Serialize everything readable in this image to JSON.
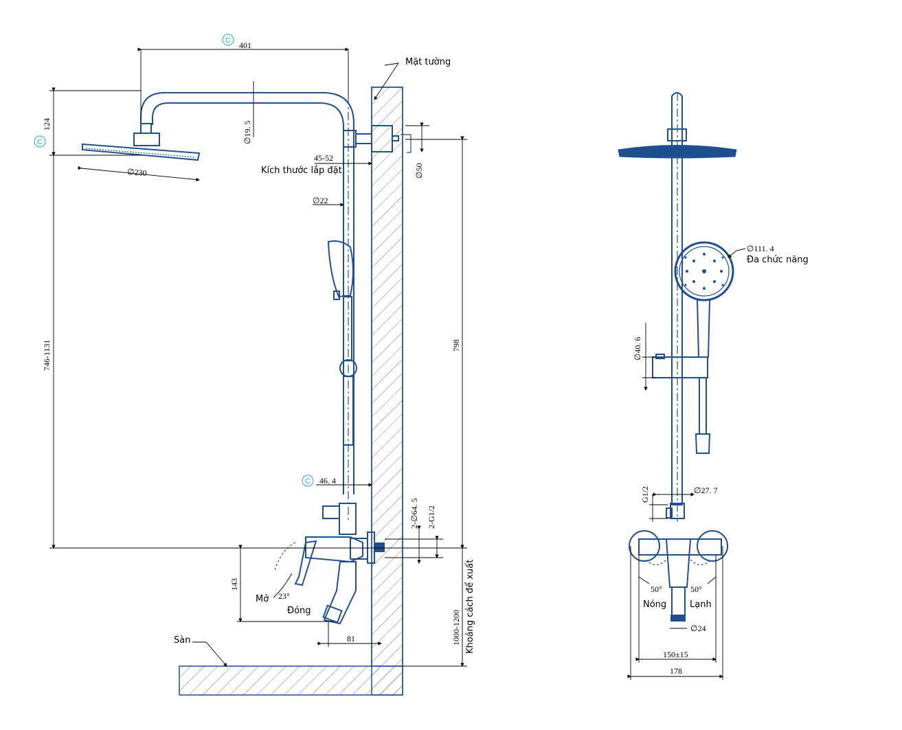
{
  "labels": {
    "wall": "Mặt tường",
    "floor": "Sàn",
    "install_size": "Kích thước lắp đặt",
    "open": "Mở",
    "close": "Đóng",
    "multifunction": "Đa chức năng",
    "hot": "Nóng",
    "cold": "Lạnh",
    "outlet_distance": "Khoảng cách để xuất"
  },
  "dimensions": {
    "arm_length": "401",
    "head_height": "124",
    "head_diameter": "∅230",
    "pipe_19_5": "∅19. 5",
    "range_45_52": "45-52",
    "pipe_22": "∅22",
    "bracket_50": "∅50",
    "height_746_1131": "746-1131",
    "height_798": "798",
    "pipe_46_4": "46. 4",
    "diam_64_5": "2-∅64. 5",
    "g12_a": "2-G1/2",
    "height_143": "143",
    "angle_23": "23°",
    "range_1000_1200": "1000-1200",
    "spout_81": "81",
    "hand_111_4": "∅111. 4",
    "holder_40_6": "∅40. 6",
    "g12_b": "G1/2",
    "pipe_27_7": "∅27. 7",
    "angle_50_left": "50°",
    "angle_50_right": "50°",
    "spout_24": "∅24",
    "width_150": "150±15",
    "width_178": "178"
  },
  "markers": {
    "c": "C"
  }
}
